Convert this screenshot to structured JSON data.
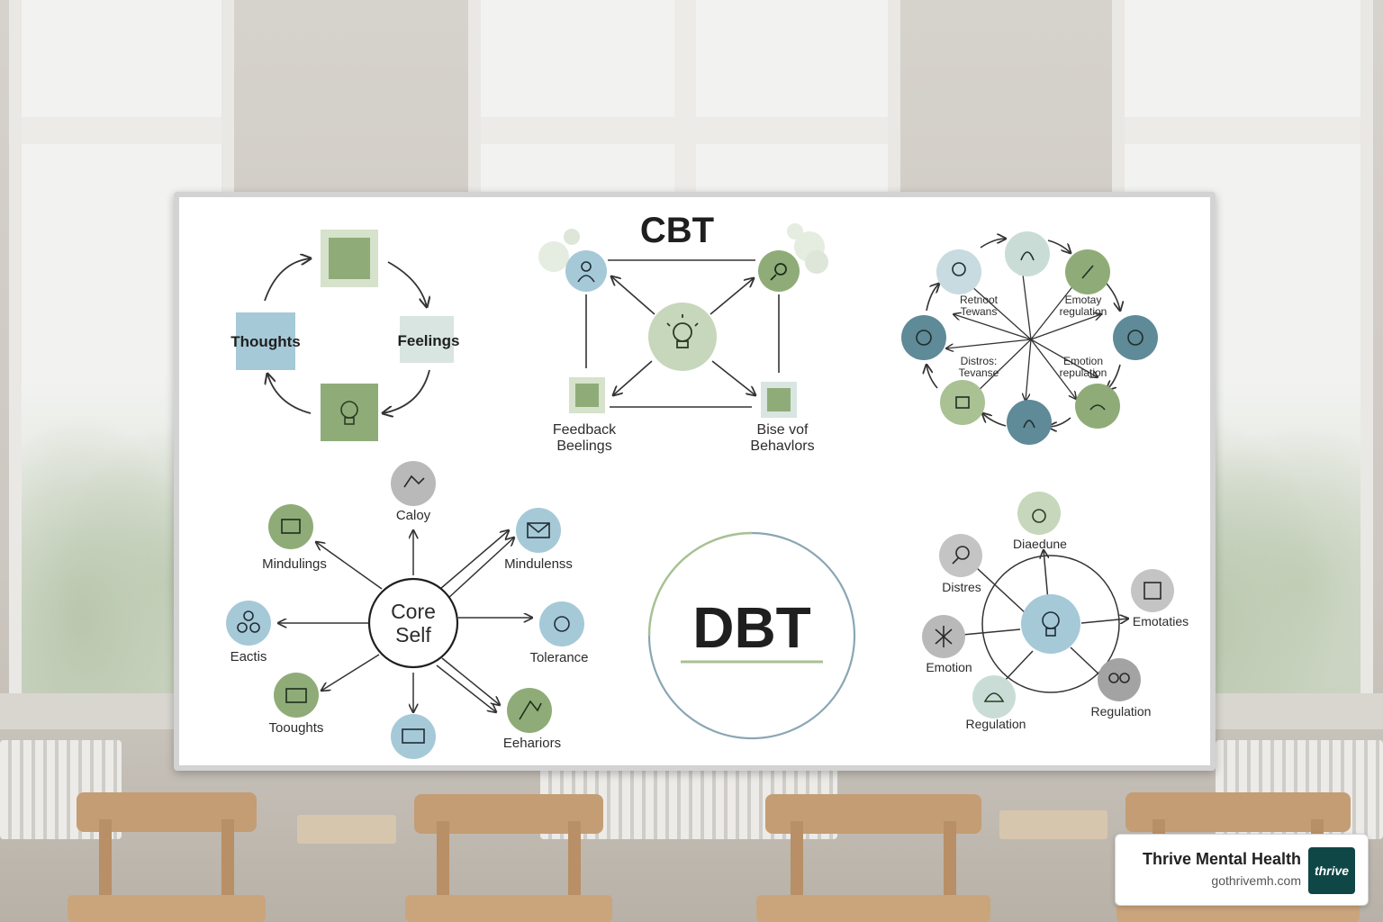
{
  "colors": {
    "green_dark": "#8fac78",
    "green_light": "#b7cba7",
    "blue_dark": "#5f8a98",
    "blue_light": "#a6c9d8",
    "gray": "#b9b9b9",
    "brand": "#0f4747"
  },
  "cycle": {
    "left_label": "Thoughts",
    "right_label": "Feelings"
  },
  "cbt": {
    "title": "CBT",
    "left_caption": [
      "Feedback",
      "Beelings"
    ],
    "right_caption": [
      "Bise vof",
      "Behavlors"
    ]
  },
  "wheel": {
    "labels": [
      [
        "Retnoot",
        "Tewans"
      ],
      [
        "Emotay",
        "regulation"
      ],
      [
        "Distros:",
        "Tevanse"
      ],
      [
        "Emotion",
        "repulation"
      ]
    ]
  },
  "core": {
    "center": [
      "Core",
      "Self"
    ],
    "nodes": [
      "Caloy",
      "Mindulings",
      "Mindulenss",
      "Eactis",
      "Tolerance",
      "Tooughts",
      "Eehariors"
    ]
  },
  "dbt": {
    "title": "DBT"
  },
  "skills": {
    "nodes": [
      "Diaedune",
      "Distres",
      "Emotion",
      "Regulation",
      "Regulation",
      "Emotaties"
    ]
  },
  "brand": {
    "name": "Thrive Mental Health",
    "url": "gothrivemh.com",
    "logo_text": "thrive"
  }
}
